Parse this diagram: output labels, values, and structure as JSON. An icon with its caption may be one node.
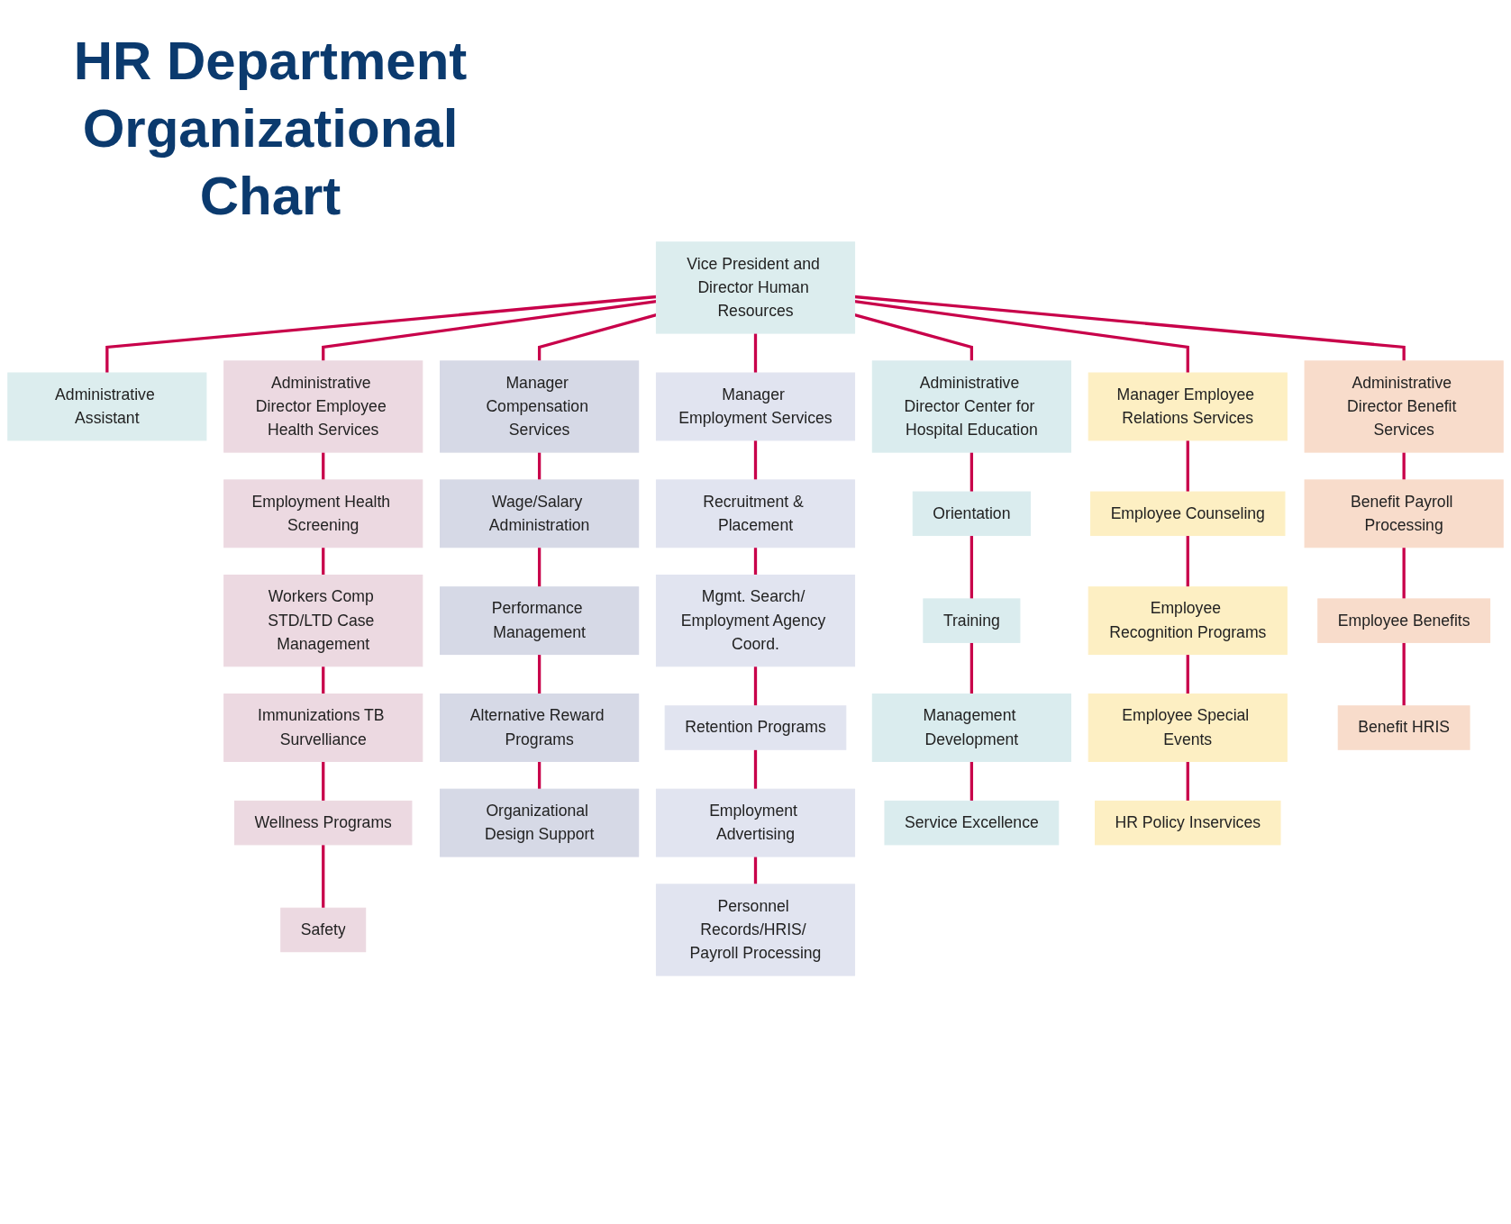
{
  "diagram": {
    "title": "HR Department Organizational Chart",
    "nodes": [
      {
        "text": [
          "Vice President and Director Human Resources"
        ]
      },
      {
        "text": [
          "Administrative Assistant"
        ]
      },
      {
        "text": [
          "Administrative Director Employee Health Services"
        ]
      },
      {
        "text": [
          "Manager Compensation Services"
        ]
      },
      {
        "text": [
          "Manager Employment Services"
        ]
      },
      {
        "text": [
          "Administrative Director Center for Hospital Education"
        ]
      },
      {
        "text": [
          "Manager Employee Relations Services"
        ]
      },
      {
        "text": [
          "Administrative Director Benefit Services"
        ]
      },
      {
        "text": [
          "Employment Health Screening"
        ]
      },
      {
        "text": [
          "Workers Comp STD/LTD Case Management"
        ]
      },
      {
        "text": [
          "Immunizations TB Survelliance"
        ]
      },
      {
        "text": [
          "Wellness Programs"
        ]
      },
      {
        "text": [
          "Safety"
        ]
      },
      {
        "text": [
          "Wage/Salary Administration"
        ]
      },
      {
        "text": [
          "Performance Management"
        ]
      },
      {
        "text": [
          "Alternative Reward Programs"
        ]
      },
      {
        "text": [
          "Organizational Design Support"
        ]
      },
      {
        "text": [
          "Recruitment & Placement"
        ]
      },
      {
        "text": [
          "Mgmt. Search/ Employment Agency Coord."
        ]
      },
      {
        "text": [
          "Retention Programs"
        ]
      },
      {
        "text": [
          "Employment Advertising"
        ]
      },
      {
        "text": [
          "Personnel Records/HRIS/ Payroll Processing"
        ]
      },
      {
        "text": [
          "Orientation"
        ]
      },
      {
        "text": [
          "Training"
        ]
      },
      {
        "text": [
          "Management Development"
        ]
      },
      {
        "text": [
          "Service Excellence"
        ]
      },
      {
        "text": [
          "Employee Counseling"
        ]
      },
      {
        "text": [
          "Employee Recognition Programs"
        ]
      },
      {
        "text": [
          "Employee Special Events"
        ]
      },
      {
        "text": [
          "HR Policy Inservices"
        ]
      },
      {
        "text": [
          "Benefit Payroll Processing"
        ]
      },
      {
        "text": [
          "Employee Benefits"
        ]
      },
      {
        "text": [
          "Benefit HRIS"
        ]
      }
    ],
    "edges": [
      {
        "from": 0,
        "to": 1,
        "arrow": "none"
      },
      {
        "from": 0,
        "to": 2,
        "arrow": "none"
      },
      {
        "from": 0,
        "to": 3,
        "arrow": "none"
      },
      {
        "from": 0,
        "to": 4,
        "arrow": "none"
      },
      {
        "from": 0,
        "to": 5,
        "arrow": "none"
      },
      {
        "from": 0,
        "to": 6,
        "arrow": "none"
      },
      {
        "from": 0,
        "to": 7,
        "arrow": "none"
      },
      {
        "from": 2,
        "to": 8,
        "arrow": "none"
      },
      {
        "from": 8,
        "to": 9,
        "arrow": "none"
      },
      {
        "from": 9,
        "to": 10,
        "arrow": "none"
      },
      {
        "from": 10,
        "to": 11,
        "arrow": "none"
      },
      {
        "from": 11,
        "to": 12,
        "arrow": "none"
      },
      {
        "from": 3,
        "to": 13,
        "arrow": "none"
      },
      {
        "from": 13,
        "to": 14,
        "arrow": "none"
      },
      {
        "from": 14,
        "to": 15,
        "arrow": "none"
      },
      {
        "from": 15,
        "to": 16,
        "arrow": "none"
      },
      {
        "from": 4,
        "to": 17,
        "arrow": "none"
      },
      {
        "from": 17,
        "to": 18,
        "arrow": "none"
      },
      {
        "from": 18,
        "to": 19,
        "arrow": "none"
      },
      {
        "from": 19,
        "to": 20,
        "arrow": "none"
      },
      {
        "from": 20,
        "to": 21,
        "arrow": "none"
      },
      {
        "from": 5,
        "to": 22,
        "arrow": "none"
      },
      {
        "from": 22,
        "to": 23,
        "arrow": "none"
      },
      {
        "from": 23,
        "to": 24,
        "arrow": "none"
      },
      {
        "from": 24,
        "to": 25,
        "arrow": "none"
      },
      {
        "from": 6,
        "to": 26,
        "arrow": "none"
      },
      {
        "from": 26,
        "to": 27,
        "arrow": "none"
      },
      {
        "from": 27,
        "to": 28,
        "arrow": "none"
      },
      {
        "from": 28,
        "to": 29,
        "arrow": "none"
      },
      {
        "from": 7,
        "to": 30,
        "arrow": "none"
      },
      {
        "from": 30,
        "to": 31,
        "arrow": "none"
      },
      {
        "from": 31,
        "to": 32,
        "arrow": "none"
      }
    ]
  }
}
